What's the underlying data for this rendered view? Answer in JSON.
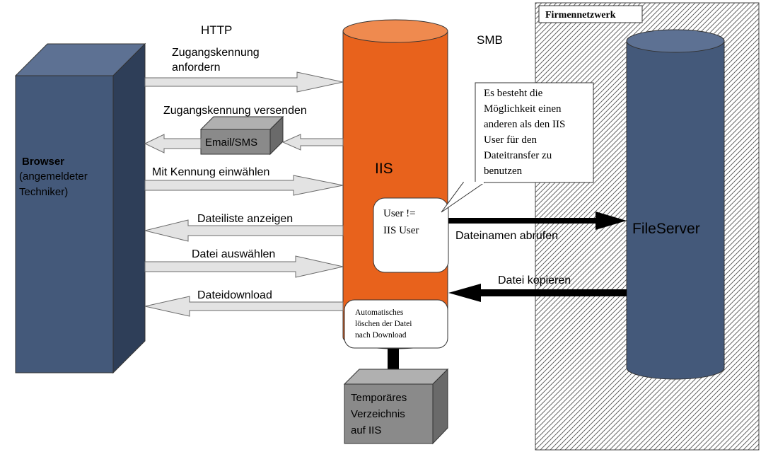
{
  "protocols": {
    "http": "HTTP",
    "smb": "SMB"
  },
  "network": {
    "label": "Firmennetzwerk"
  },
  "browser": {
    "title": "Browser",
    "subtitle_line1": "(angemeldeter",
    "subtitle_line2": "Techniker)"
  },
  "iis": {
    "label": "IIS"
  },
  "fileserver": {
    "label": "FileServer"
  },
  "email_box": {
    "label": "Email/SMS"
  },
  "temp_box": {
    "line1": "Temporäres",
    "line2": "Verzeichnis",
    "line3": "auf IIS"
  },
  "user_box": {
    "line1": "User !=",
    "line2": "IIS User"
  },
  "delete_box": {
    "line1": "Automatisches",
    "line2": "löschen der Datei",
    "line3": "nach Download"
  },
  "callout": {
    "line1": "Es besteht die",
    "line2": "Möglichkeit einen",
    "line3": "anderen als den IIS",
    "line4": "User für den",
    "line5": "Dateitransfer zu",
    "line6": "benutzen"
  },
  "steps": {
    "request_line1": "Zugangskennung",
    "request_line2": "anfordern",
    "send": "Zugangskennung versenden",
    "dialin": "Mit Kennung einwählen",
    "list": "Dateiliste anzeigen",
    "select": "Datei auswählen",
    "download": "Dateidownload",
    "fetch_names": "Dateinamen abrufen",
    "copy": "Datei kopieren"
  },
  "colors": {
    "browser_front": "#44597a",
    "browser_top": "#5d7193",
    "browser_side": "#2e3e58",
    "iis_body": "#e8621c",
    "iis_top": "#ef8a4f",
    "fileserver_body": "#44597a",
    "fileserver_top": "#5d7193",
    "box_front": "#8a8a8a",
    "box_top": "#b0b0b0",
    "box_side": "#6a6a6a"
  }
}
